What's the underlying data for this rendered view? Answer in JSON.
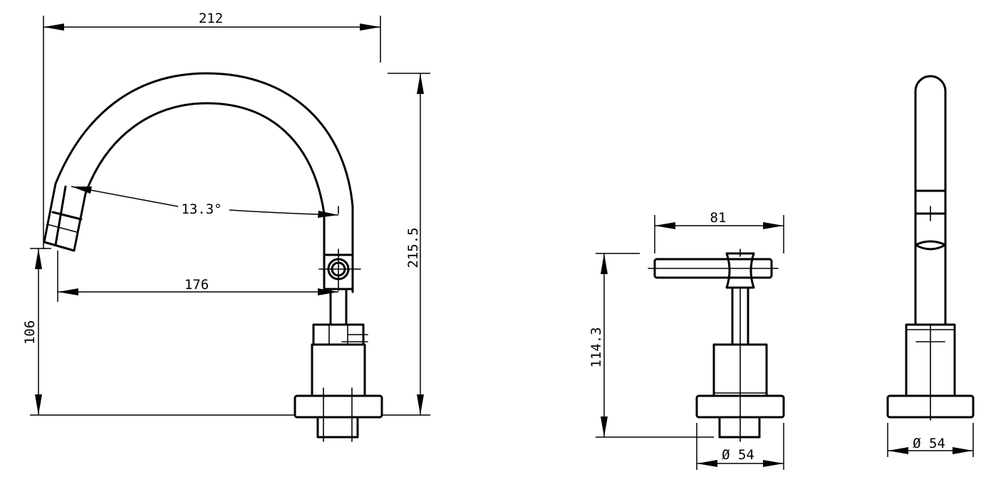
{
  "dimensions": {
    "spout_width": "212",
    "spout_height": "215.5",
    "spout_reach": "176",
    "outlet_height": "106",
    "spout_angle": "13.3°",
    "handle_width": "81",
    "handle_height": "114.3",
    "handle_base_dia": "Ø 54",
    "side_base_dia": "Ø 54"
  }
}
